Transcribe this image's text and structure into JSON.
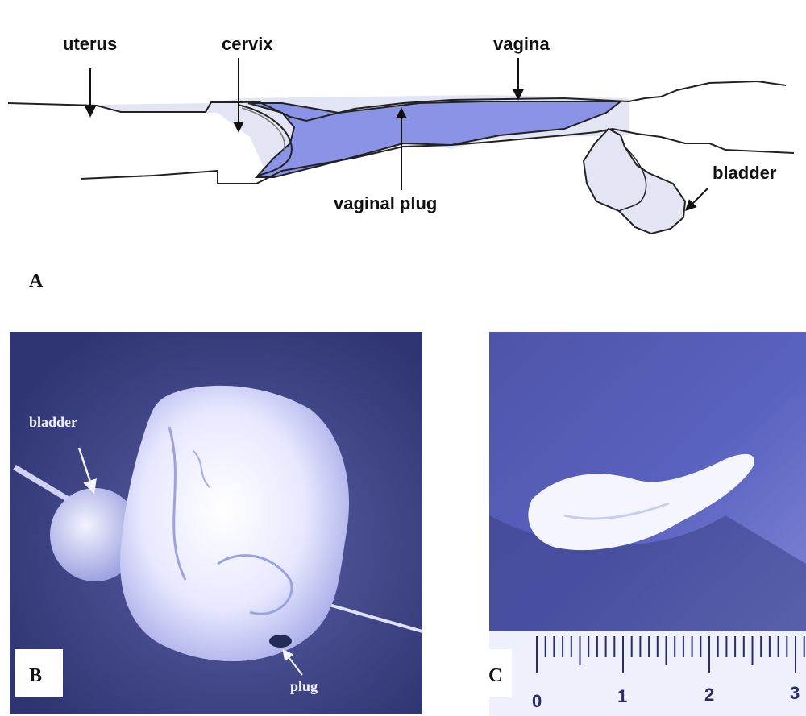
{
  "panel_a": {
    "letter": "A",
    "labels": {
      "uterus": "uterus",
      "cervix": "cervix",
      "vagina": "vagina",
      "vaginal_plug": "vaginal plug",
      "bladder": "bladder"
    }
  },
  "panel_b": {
    "letter": "B",
    "labels": {
      "bladder": "bladder",
      "plug": "plug"
    }
  },
  "panel_c": {
    "letter": "C",
    "ruler_numbers": [
      "0",
      "1",
      "2",
      "3"
    ]
  },
  "colors": {
    "plug_fill": "#8a93e6",
    "tissue_fill": "#e3e4f4",
    "outline": "#222222",
    "photo_bg": "#4a4f8f"
  }
}
